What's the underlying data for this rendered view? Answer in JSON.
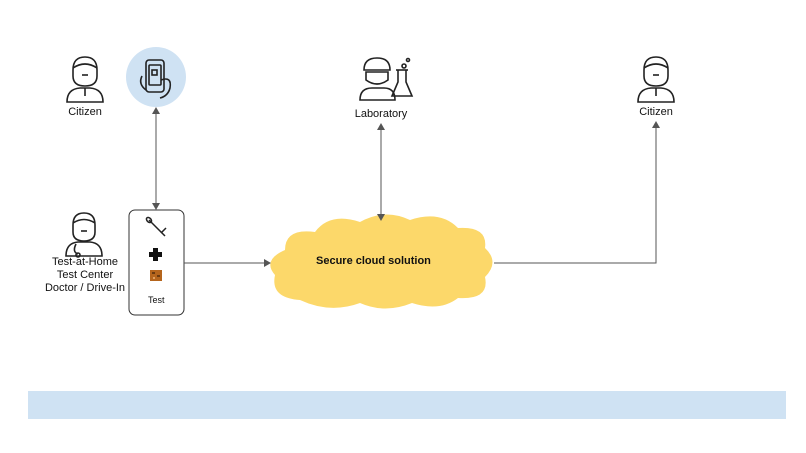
{
  "nodes": {
    "citizen_left": {
      "label": "Citizen"
    },
    "laboratory": {
      "label": "Laboratory"
    },
    "citizen_right": {
      "label": "Citizen"
    },
    "provider": {
      "lines": [
        "Test-at-Home",
        "Test Center",
        "Doctor / Drive-In"
      ]
    },
    "test_kit": {
      "label": "Test"
    },
    "cloud": {
      "label": "Secure cloud solution"
    }
  },
  "colors": {
    "cloud_fill": "#fcd86a",
    "phone_circle": "#cfe2f3",
    "bottom_bar": "#cfe2f3",
    "connector": "#555555"
  }
}
